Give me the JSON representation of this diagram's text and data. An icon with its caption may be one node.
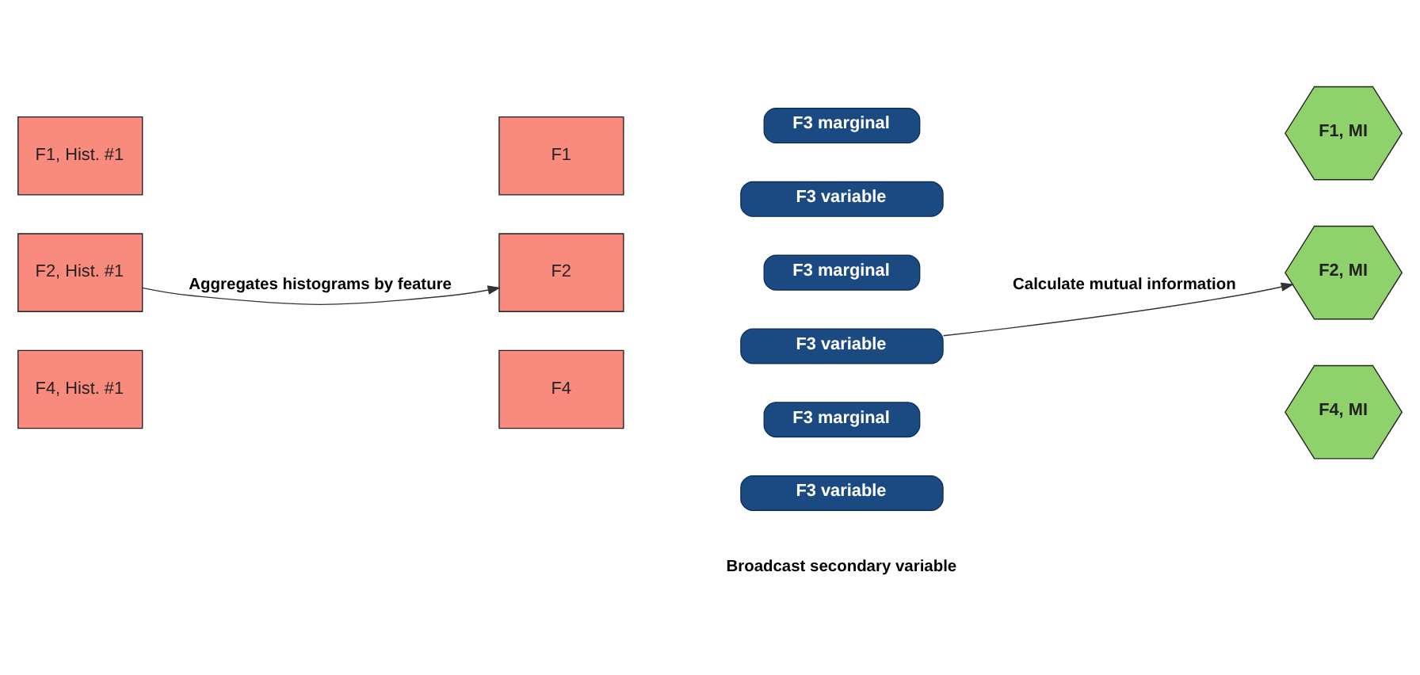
{
  "diagram": {
    "nodes": [
      {
        "text": [
          "F1, Hist. #1"
        ]
      },
      {
        "text": [
          "F2, Hist. #1"
        ]
      },
      {
        "text": [
          "F4, Hist. #1"
        ]
      },
      {
        "text": [
          "F1"
        ]
      },
      {
        "text": [
          "F2"
        ]
      },
      {
        "text": [
          "F4"
        ]
      },
      {
        "text": [
          "F3 marginal"
        ]
      },
      {
        "text": [
          "F3 variable"
        ]
      },
      {
        "text": [
          "F3 marginal"
        ]
      },
      {
        "text": [
          "F3 variable"
        ]
      },
      {
        "text": [
          "F3 marginal"
        ]
      },
      {
        "text": [
          "F3 variable"
        ]
      },
      {
        "text": [
          "F1, MI"
        ]
      },
      {
        "text": [
          "F2, MI"
        ]
      },
      {
        "text": [
          "F4, MI"
        ]
      }
    ],
    "edges": [
      {
        "from": 1,
        "to": 4,
        "arrow": "to",
        "label": "Aggregates histograms by feature"
      },
      {
        "from": 9,
        "to": 13,
        "arrow": "to",
        "label": "Calculate mutual information"
      }
    ],
    "labels": [
      "Broadcast secondary variable"
    ]
  }
}
